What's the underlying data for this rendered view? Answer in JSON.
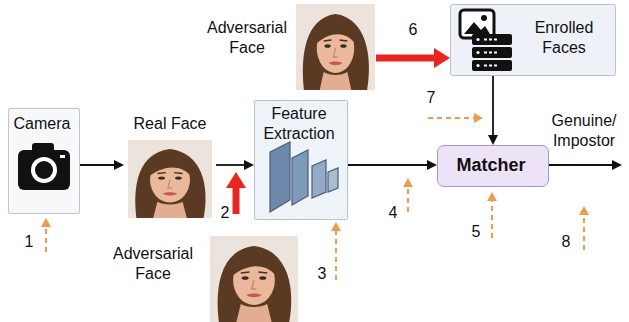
{
  "diagram": {
    "nodes": [
      {
        "text": [
          "Adversarial Face"
        ]
      },
      {
        "text": [
          "Enrolled Faces"
        ]
      },
      {
        "text": [
          "Camera"
        ]
      },
      {
        "text": [
          "Real Face"
        ]
      },
      {
        "text": [
          "Feature Extraction"
        ]
      },
      {
        "text": [
          "Matcher"
        ]
      },
      {
        "text": [
          "Adversarial Face"
        ]
      }
    ],
    "edges": [
      {
        "from": 2,
        "to": 3,
        "arrow": "to"
      },
      {
        "from": 3,
        "to": 4,
        "arrow": "to"
      },
      {
        "from": 4,
        "to": 5,
        "arrow": "to"
      },
      {
        "from": 1,
        "to": 5,
        "arrow": "to"
      },
      {
        "from": 0,
        "to": 1,
        "arrow": "to"
      }
    ],
    "labels": [
      "Genuine/ Impostor",
      "1",
      "2",
      "3",
      "4",
      "5",
      "6",
      "7",
      "8"
    ]
  }
}
